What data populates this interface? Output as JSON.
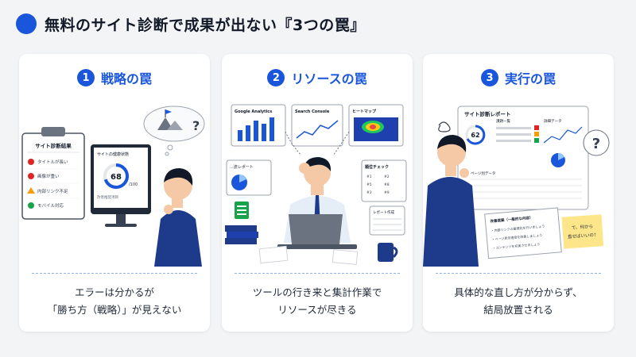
{
  "header": {
    "title": "無料のサイト診断で成果が出ない『3つの罠』"
  },
  "cards": [
    {
      "number": "1",
      "title": "戦略の罠",
      "caption_line1": "エラーは分かるが",
      "caption_line2": "「勝ち方（戦略）」が見えない",
      "clipboard": {
        "title": "サイト診断結果",
        "items": [
          {
            "label": "タイトルが長い",
            "status": "error"
          },
          {
            "label": "画像が重い",
            "status": "error"
          },
          {
            "label": "内部リンク不足",
            "status": "warning"
          },
          {
            "label": "モバイル対応",
            "status": "ok"
          }
        ]
      },
      "monitor": {
        "title": "サイトの健康状態",
        "score": "68",
        "score_max": "/100",
        "sub_label": "改善推奨項目"
      },
      "thought_mark": "?"
    },
    {
      "number": "2",
      "title": "リソースの罠",
      "caption_line1": "ツールの行き来と集計作業で",
      "caption_line2": "リソースが尽きる",
      "tools": {
        "analytics": "Google Analytics",
        "search_console": "Search Console",
        "heatmap": "ヒートマップ",
        "report_left": "...流レポート",
        "rank_check": "順位チェック",
        "report_create": "レポート作成",
        "rank_rows": [
          "#1",
          "#2",
          "#5",
          "#8",
          "#3",
          "#9"
        ]
      }
    },
    {
      "number": "3",
      "title": "実行の罠",
      "caption_line1": "具体的な直し方が分からず、",
      "caption_line2": "結局放置される",
      "report": {
        "title": "サイト診断レポート",
        "score": "62",
        "panel_issues": "課題一覧",
        "panel_detail": "詳細データ",
        "table_title": "ページ別データ"
      },
      "paper": {
        "title": "改善提案（一般的な内容）",
        "lines": [
          "・内部リンクの最適化を行いましょう",
          "・ページ表示速度を改善しましょう",
          "・コンテンツを充実させましょう"
        ]
      },
      "sticky_note": {
        "line1": "で、何から",
        "line2": "直せばいいの？"
      },
      "thought_mark": "?"
    }
  ],
  "colors": {
    "primary": "#1a56db",
    "error": "#e02424",
    "warning": "#f59e0b",
    "ok": "#16a34a",
    "suit": "#1e3a8a",
    "skin": "#f5c9a5"
  }
}
